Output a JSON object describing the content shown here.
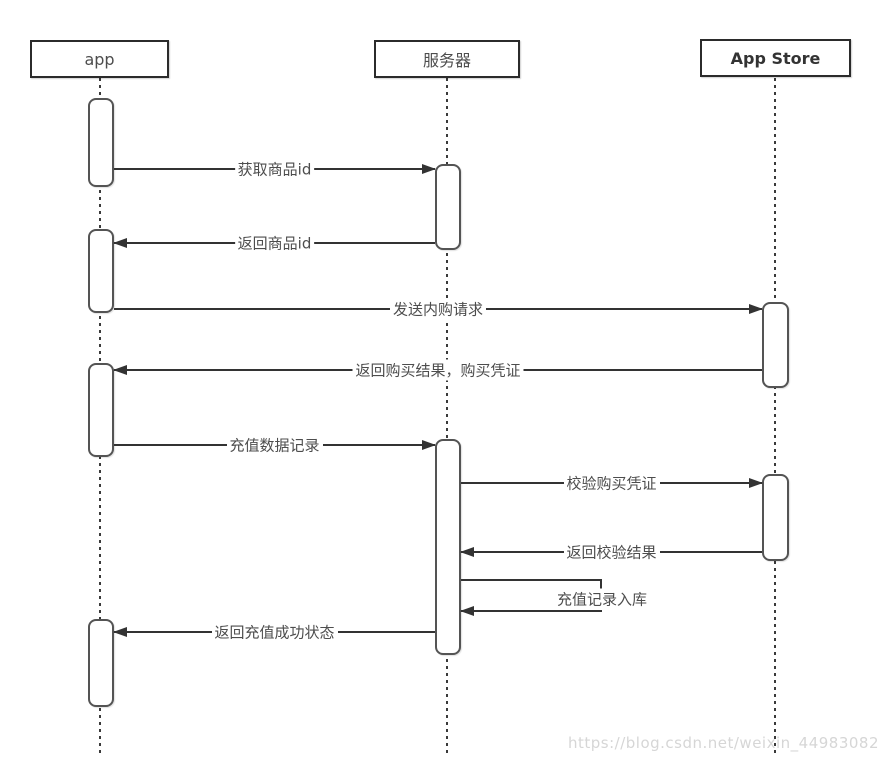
{
  "actors": [
    {
      "id": "app",
      "label": "app"
    },
    {
      "id": "server",
      "label": "服务器"
    },
    {
      "id": "appstore",
      "label": "App Store"
    }
  ],
  "messages": [
    {
      "label": "获取商品id",
      "from": "app",
      "to": "server",
      "direction": "right"
    },
    {
      "label": "返回商品id",
      "from": "server",
      "to": "app",
      "direction": "left"
    },
    {
      "label": "发送内购请求",
      "from": "app",
      "to": "appstore",
      "direction": "right"
    },
    {
      "label": "返回购买结果，购买凭证",
      "from": "appstore",
      "to": "app",
      "direction": "left"
    },
    {
      "label": "充值数据记录",
      "from": "app",
      "to": "server",
      "direction": "right"
    },
    {
      "label": "校验购买凭证",
      "from": "server",
      "to": "appstore",
      "direction": "right"
    },
    {
      "label": "返回校验结果",
      "from": "appstore",
      "to": "server",
      "direction": "left"
    },
    {
      "label": "充值记录入库",
      "from": "server",
      "to": "server",
      "direction": "self"
    },
    {
      "label": "返回充值成功状态",
      "from": "server",
      "to": "app",
      "direction": "left"
    }
  ],
  "watermark": "https://blog.csdn.net/weixin_44983082",
  "colors": {
    "line": "#333333",
    "text": "#4d4d4d",
    "actor_border": "#2b2b2b",
    "watermark": "#d6d6d6",
    "background": "#ffffff"
  }
}
